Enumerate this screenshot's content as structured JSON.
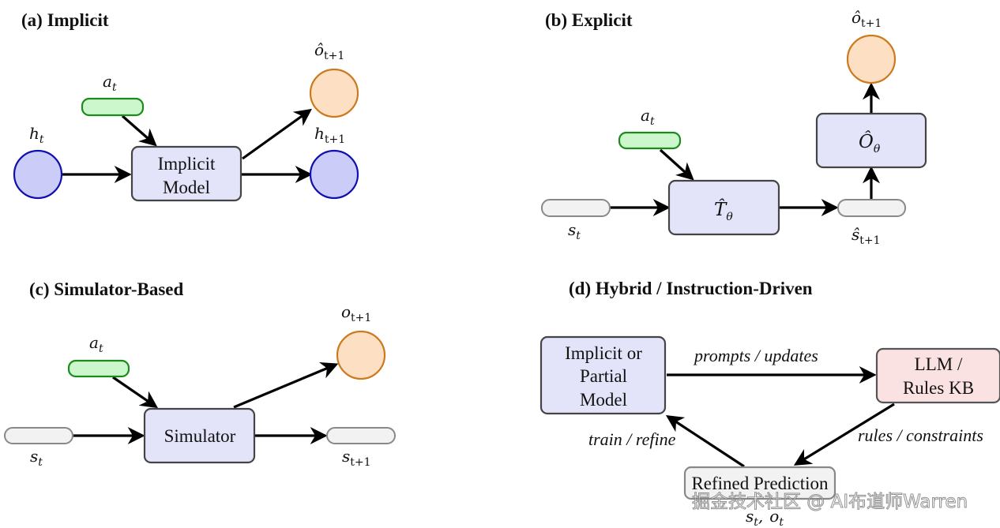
{
  "colors": {
    "hidden_fill": "#ccccf8",
    "hidden_stroke": "#1010b0",
    "obs_fill": "#fde0c4",
    "obs_stroke": "#cc7a1e",
    "action_fill": "#ccf7cc",
    "action_stroke": "#1d8a1d",
    "model_fill": "#e3e4fa",
    "model_stroke": "#444444",
    "state_fill": "#f2f2f2",
    "state_stroke": "#888888",
    "llm_fill": "#fbe2e2",
    "llm_stroke": "#555555",
    "arrow": "#000000"
  },
  "panels": {
    "a": {
      "title": "(a) Implicit",
      "action_label": {
        "base": "a",
        "sub": "t"
      },
      "hidden_in_label": {
        "base": "h",
        "sub": "t"
      },
      "hidden_out_label": {
        "base": "h",
        "sub": "t+1"
      },
      "obs_label": {
        "base": "ô",
        "sub": "t+1"
      },
      "model_line1": "Implicit",
      "model_line2": "Model"
    },
    "b": {
      "title": "(b) Explicit",
      "action_label": {
        "base": "a",
        "sub": "t"
      },
      "state_in_label": {
        "base": "s",
        "sub": "t"
      },
      "state_out_label": {
        "base": "ŝ",
        "sub": "t+1"
      },
      "obs_label": {
        "base": "ô",
        "sub": "t+1"
      },
      "transition_label": {
        "base": "T̂",
        "sub": "θ"
      },
      "observation_model_label": {
        "base": "Ô",
        "sub": "θ"
      }
    },
    "c": {
      "title": "(c) Simulator-Based",
      "action_label": {
        "base": "a",
        "sub": "t"
      },
      "state_in_label": {
        "base": "s",
        "sub": "t"
      },
      "state_out_label": {
        "base": "s",
        "sub": "t+1"
      },
      "obs_label": {
        "base": "o",
        "sub": "t+1"
      },
      "simulator_label": "Simulator"
    },
    "d": {
      "title": "(d) Hybrid / Instruction-Driven",
      "model_lines": [
        "Implicit or",
        "Partial",
        "Model"
      ],
      "llm_lines": [
        "LLM /",
        "Rules KB"
      ],
      "prediction_label": "Refined Prediction",
      "prediction_sub": {
        "s": "s",
        "s_sub": "t",
        "sep": ",",
        "o": "o",
        "o_sub": "t"
      },
      "edge_prompts": "prompts / updates",
      "edge_rules": "rules / constraints",
      "edge_train": "train / refine"
    }
  },
  "watermark": "掘金技术社区 @ AI布道师Warren"
}
